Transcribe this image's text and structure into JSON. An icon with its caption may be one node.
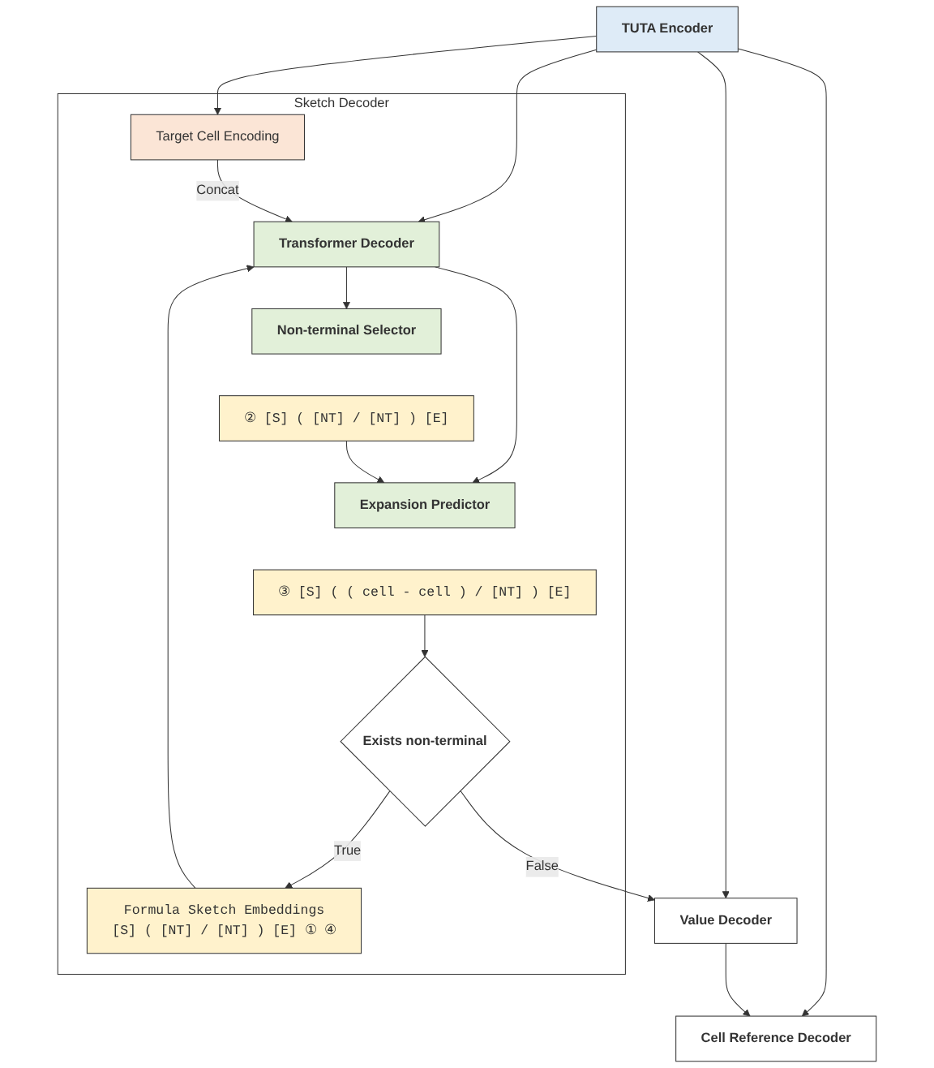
{
  "diagram": {
    "nodes": [
      {
        "text": [
          "TUTA Encoder"
        ]
      },
      {
        "text": [
          "Sketch Decoder"
        ]
      },
      {
        "text": [
          "Target Cell Encoding"
        ],
        "in": 1
      },
      {
        "text": [
          "Formula Sketch Embeddings",
          "[S]",
          "(",
          "[NT]",
          "/",
          "[NT]",
          ")",
          "[E]",
          "①",
          "④"
        ],
        "in": 1
      },
      {
        "text": [
          "Transformer Decoder"
        ],
        "in": 1
      },
      {
        "text": [
          "Non-terminal Selector"
        ],
        "in": 1
      },
      {
        "text": [
          "②",
          "[S]",
          "(",
          "[NT]",
          "/",
          "[NT]",
          ")",
          "[E]"
        ],
        "in": 1
      },
      {
        "text": [
          "Expansion Predictor"
        ],
        "in": 1
      },
      {
        "text": [
          "③",
          "[S]",
          "(",
          "(",
          "cell",
          "-",
          "cell",
          ")",
          "/",
          "[NT]",
          ")",
          "[E]"
        ],
        "in": 1
      },
      {
        "text": [
          "Exists non-terminal"
        ],
        "in": 1
      },
      {
        "text": [
          "Value Decoder"
        ]
      },
      {
        "text": [
          "Cell Reference Decoder"
        ]
      }
    ],
    "edges": [
      {
        "from": 0,
        "to": 2,
        "arrow": "to"
      },
      {
        "from": 0,
        "to": 4,
        "arrow": "to"
      },
      {
        "from": 2,
        "to": 4,
        "arrow": "to",
        "label": "Concat"
      },
      {
        "from": 3,
        "to": 4,
        "arrow": "to"
      },
      {
        "from": 4,
        "to": 5,
        "arrow": "to"
      },
      {
        "from": 4,
        "to": 7,
        "arrow": "to"
      },
      {
        "from": 6,
        "to": 7,
        "arrow": "to"
      },
      {
        "from": 8,
        "to": 9,
        "arrow": "to"
      },
      {
        "from": 9,
        "to": 3,
        "arrow": "to",
        "label": "True"
      },
      {
        "from": 9,
        "to": 10,
        "arrow": "to",
        "label": "False"
      },
      {
        "from": 0,
        "to": 10,
        "arrow": "to"
      },
      {
        "from": 0,
        "to": 11,
        "arrow": "to"
      },
      {
        "from": 10,
        "to": 11,
        "arrow": "to"
      }
    ]
  }
}
